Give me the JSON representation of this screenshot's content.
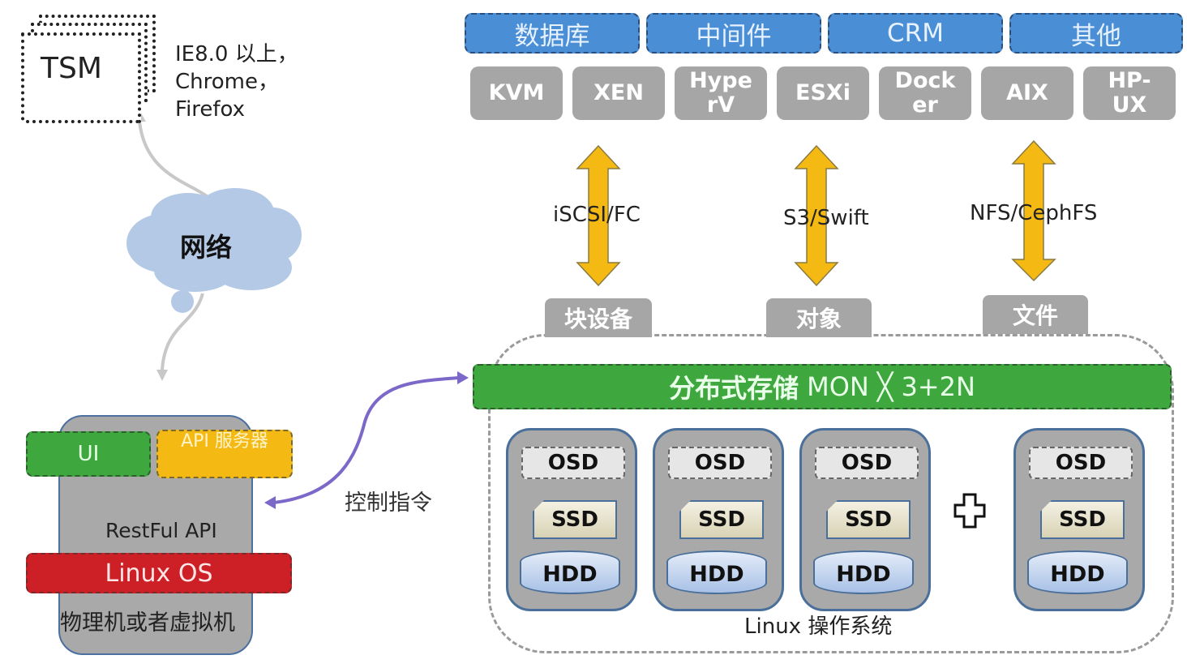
{
  "client": {
    "tsm_label": "TSM",
    "browser_note": "IE8.0 以上，Chrome，Firefox"
  },
  "network": {
    "label": "网络"
  },
  "machine": {
    "ui_label": "UI",
    "api_label": "API 服务器",
    "restful_label": "RestFul API",
    "os_label": "Linux OS",
    "caption": "物理机或者虚拟机"
  },
  "control": {
    "label": "控制指令"
  },
  "apps": [
    {
      "label": "数据库"
    },
    {
      "label": "中间件"
    },
    {
      "label": "CRM"
    },
    {
      "label": "其他"
    }
  ],
  "platforms": [
    {
      "label": "KVM"
    },
    {
      "label": "XEN"
    },
    {
      "label": "HyperV"
    },
    {
      "label": "ESXi"
    },
    {
      "label": "Docker"
    },
    {
      "label": "AIX"
    },
    {
      "label": "HP-UX"
    }
  ],
  "protocols": [
    {
      "label": "iSCSI/FC"
    },
    {
      "label": "S3/Swift"
    },
    {
      "label": "NFS/CephFS"
    }
  ],
  "interfaces": [
    {
      "label": "块设备"
    },
    {
      "label": "对象"
    },
    {
      "label": "文件"
    }
  ],
  "cluster": {
    "mon_title": "分布式存储",
    "mon_formula": "MON  ╳  3+2N",
    "os_label": "Linux 操作系统",
    "nodes": [
      {
        "osd": "OSD",
        "ssd": "SSD",
        "hdd": "HDD"
      },
      {
        "osd": "OSD",
        "ssd": "SSD",
        "hdd": "HDD"
      },
      {
        "osd": "OSD",
        "ssd": "SSD",
        "hdd": "HDD"
      },
      {
        "osd": "OSD",
        "ssd": "SSD",
        "hdd": "HDD"
      }
    ]
  },
  "colors": {
    "app_blue": "#4a8fd6",
    "platform_gray": "#a6a6a6",
    "arrow_yellow": "#f5b914",
    "green": "#3ea83e",
    "red": "#cc1f26",
    "purple": "#7b68c8",
    "cloud": "#b3c9e6"
  }
}
